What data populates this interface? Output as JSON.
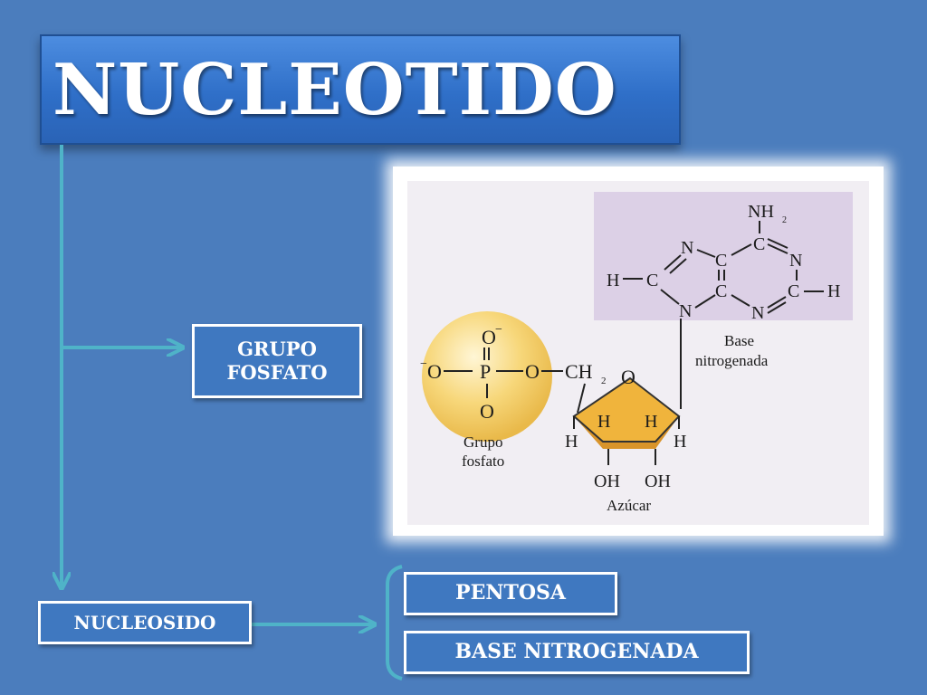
{
  "title": "NUCLEOTIDO",
  "boxes": {
    "grupo_line1": "GRUPO",
    "grupo_line2": "FOSFATO",
    "nucleosido": "NUCLEOSIDO",
    "pentosa": "PENTOSA",
    "base": "BASE NITROGENADA"
  },
  "figure": {
    "phosphate": {
      "o_top": "O",
      "o_top_charge": "−",
      "o_left": "O",
      "o_left_charge": "−",
      "p": "P",
      "o_right": "O",
      "o_bottom": "O",
      "ch2": "CH",
      "ch2_sub": "2",
      "label_line1": "Grupo",
      "label_line2": "fosfato"
    },
    "sugar": {
      "ring_o": "O",
      "h1": "H",
      "h2": "H",
      "h3": "H",
      "h4": "H",
      "oh1": "OH",
      "oh2": "OH",
      "label": "Azúcar"
    },
    "base": {
      "nh2": "NH",
      "nh2_sub": "2",
      "c_top": "C",
      "n_left_top": "N",
      "c_center_top": "C",
      "n_right": "N",
      "h_left": "H",
      "c_left": "C",
      "c_center_bottom": "C",
      "c_right": "C",
      "h_right": "H",
      "n_bottom_left": "N",
      "n_bottom_right": "N",
      "label_line1": "Base",
      "label_line2": "nitrogenada"
    }
  },
  "colors": {
    "background": "#4b7dbd",
    "title_fill": "#3a7bd5",
    "connector": "#4fb3c8",
    "phosphate_sphere": "#f5cf6a",
    "sugar_ring": "#f0b43c",
    "base_panel": "#dcd0e6"
  }
}
